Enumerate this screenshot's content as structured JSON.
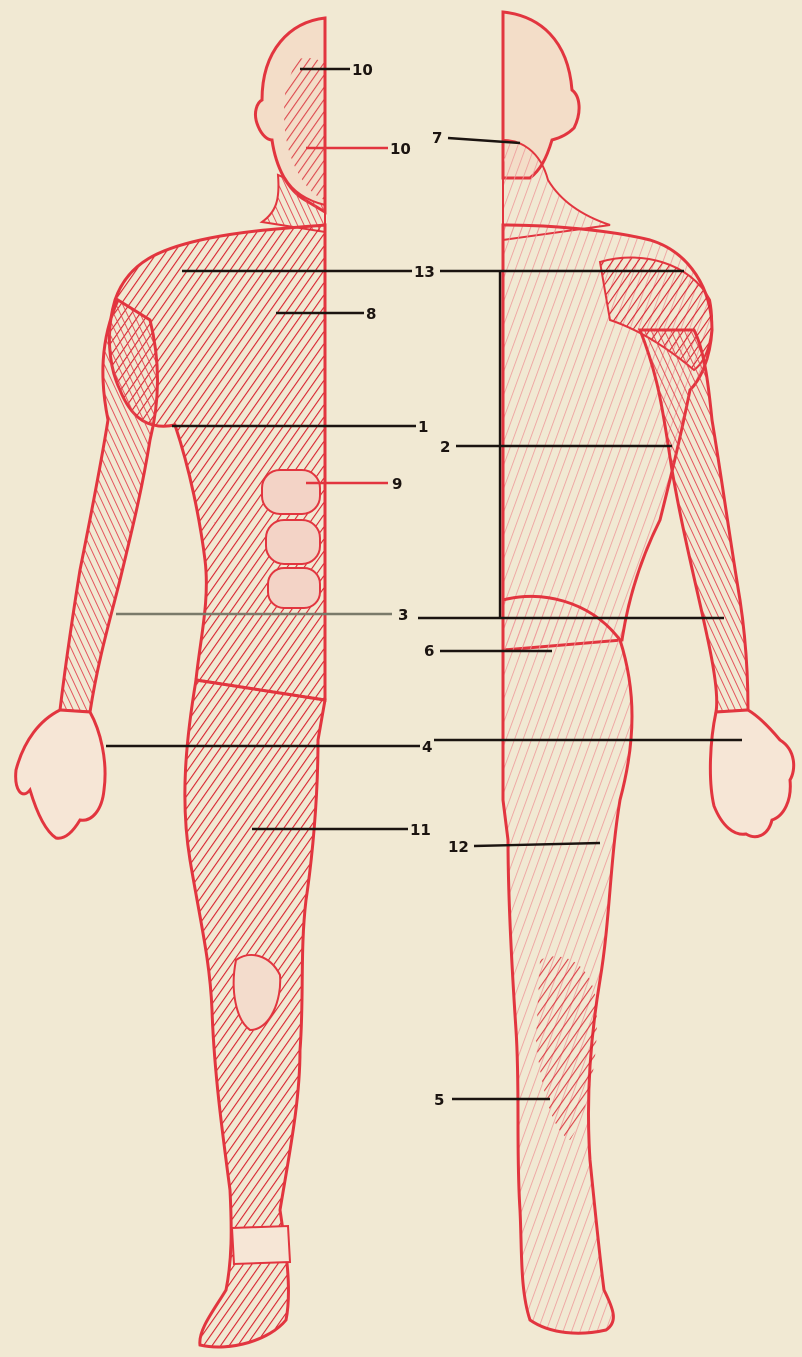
{
  "figure": {
    "labels": {
      "l1": "1",
      "l2": "2",
      "l3": "3",
      "l4": "4",
      "l5": "5",
      "l6": "6",
      "l7": "7",
      "l8": "8",
      "l9": "9",
      "l10a": "10",
      "l10b": "10",
      "l11": "11",
      "l12": "12",
      "l13": "13"
    },
    "colors": {
      "paper": "#f1e9d3",
      "muscle": "#e2353f",
      "muscle_light": "#ef8f8f",
      "leader_line": "#1b1410"
    }
  }
}
